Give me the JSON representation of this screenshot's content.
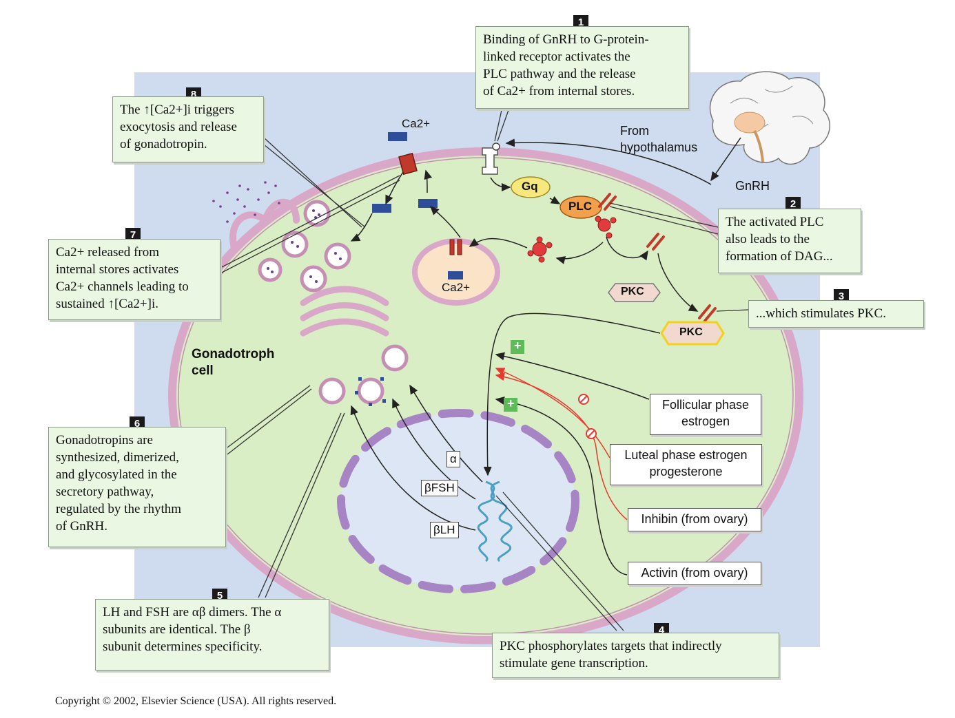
{
  "callouts": {
    "c1": {
      "num": "1",
      "lines": [
        "Binding of GnRH to G-protein-",
        "linked receptor activates the",
        "PLC pathway and the release",
        "of Ca2+ from internal stores."
      ]
    },
    "c2": {
      "num": "2",
      "lines": [
        "The activated PLC",
        "also leads to the",
        "formation of DAG..."
      ]
    },
    "c3": {
      "num": "3",
      "text": "...which stimulates PKC."
    },
    "c4": {
      "num": "4",
      "lines": [
        "PKC phosphorylates targets that indirectly",
        "stimulate gene transcription."
      ]
    },
    "c5": {
      "num": "5",
      "lines": [
        "LH and FSH are αβ dimers. The α",
        "subunits are identical. The β",
        "subunit determines specificity."
      ]
    },
    "c6": {
      "num": "6",
      "lines": [
        "Gonadotropins are",
        "synthesized, dimerized,",
        "and glycosylated in the",
        "secretory pathway,",
        "regulated by the rhythm",
        "of GnRH."
      ]
    },
    "c7": {
      "num": "7",
      "l1": "Ca2+ released from",
      "l2": "internal stores activates",
      "l3": "Ca2+ channels leading to",
      "l4a": "sustained ",
      "l4b": "[Ca2+]i."
    },
    "c8": {
      "num": "8",
      "l1a": "The ",
      "l1b": "[Ca2+]i triggers",
      "l2": "exocytosis and release",
      "l3": "of gonadotropin."
    }
  },
  "labels": {
    "from_hypothalamus_1": "From",
    "from_hypothalamus_2": "hypothalamus",
    "gnrh": "GnRH",
    "ca_top": "Ca2+",
    "ca_er": "Ca2+",
    "gq": "Gq",
    "plc": "PLC",
    "pkc_inactive": "PKC",
    "pkc_active": "PKC",
    "cell_name_1": "Gonadotroph",
    "cell_name_2": "cell",
    "plus": "+"
  },
  "genes": [
    "α",
    "βFSH",
    "βLH"
  ],
  "inputs": {
    "follicular": [
      "Follicular phase",
      "estrogen"
    ],
    "luteal": [
      "Luteal phase estrogen",
      "progesterone"
    ],
    "inhibin": "Inhibin (from ovary)",
    "activin": "Activin (from ovary)"
  },
  "copyright": "Copyright © 2002, Elsevier Science (USA).  All rights reserved.",
  "colors": {
    "background": "#cfdcef",
    "cell": "#d9eec4",
    "membrane": "#d9a8c8",
    "nucleus": "#dde6f4",
    "nuclear_envelope": "#a784c4",
    "callout": "#e9f7e3",
    "inhibitory": "#e8392f",
    "ca_channel": "#2f4e9a"
  }
}
